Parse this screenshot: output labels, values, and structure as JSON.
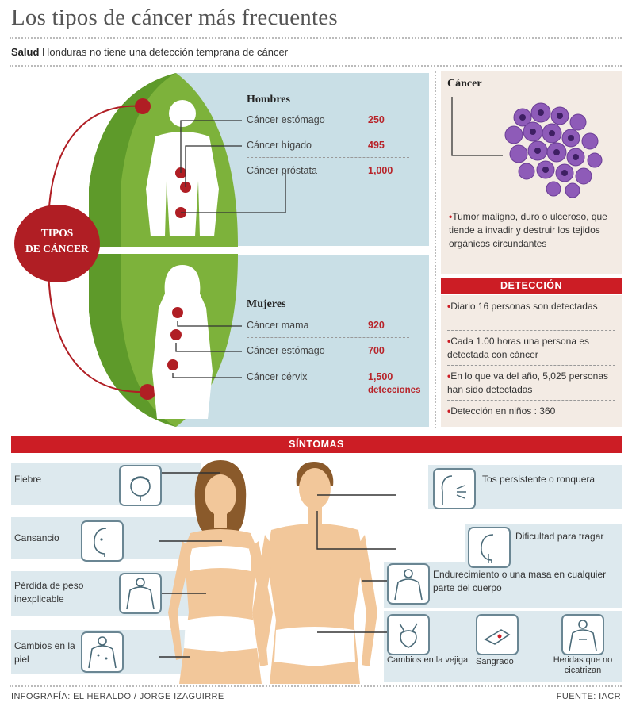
{
  "header": {
    "title": "Los tipos de cáncer más frecuentes",
    "subtitle_bold": "Salud",
    "subtitle": "Honduras no tiene una detección temprana de cáncer"
  },
  "tipos_badge": {
    "line1": "TIPOS",
    "line2": "DE CÁNCER"
  },
  "hombres": {
    "title": "Hombres",
    "rows": [
      {
        "label": "Cáncer estómago",
        "value": "250"
      },
      {
        "label": "Cáncer hígado",
        "value": "495"
      },
      {
        "label": "Cáncer próstata",
        "value": "1,000"
      }
    ]
  },
  "mujeres": {
    "title": "Mujeres",
    "rows": [
      {
        "label": "Cáncer mama",
        "value": "920"
      },
      {
        "label": "Cáncer estómago",
        "value": "700"
      },
      {
        "label": "Cáncer cérvix",
        "value": "1,500",
        "note": "detecciones"
      }
    ]
  },
  "cancer_info": {
    "title": "Cáncer",
    "description": "Tumor maligno, duro o ulceroso, que tiende a invadir y destruir los tejidos orgánicos circundantes"
  },
  "deteccion": {
    "title": "DETECCIÓN",
    "items": [
      "Diario 16 personas son detectadas",
      "Cada 1.00 horas una persona es detectada con cáncer",
      "En lo que va del año, 5,025 personas han sido detectadas",
      "Detección en niños : 360"
    ]
  },
  "sintomas": {
    "title": "SÍNTOMAS",
    "left": [
      {
        "label": "Fiebre",
        "icon": "head-fever-icon"
      },
      {
        "label": "Cansancio",
        "icon": "tired-face-icon"
      },
      {
        "label": "Pérdida de peso inexplicable",
        "icon": "torso-icon"
      },
      {
        "label": "Cambios en la piel",
        "icon": "skin-torso-icon"
      }
    ],
    "right": [
      {
        "label": "Tos persistente o ronquera",
        "icon": "cough-icon"
      },
      {
        "label": "Dificultad para tragar",
        "icon": "throat-icon"
      },
      {
        "label": "Endurecimiento o una masa en cualquier parte del cuerpo",
        "icon": "body-mass-icon"
      }
    ],
    "bottom": [
      {
        "label": "Cambios en la vejiga",
        "icon": "bladder-icon"
      },
      {
        "label": "Sangrado",
        "icon": "bleeding-icon"
      },
      {
        "label": "Heridas que no cicatrizan",
        "icon": "wound-icon"
      }
    ]
  },
  "footer": {
    "credit": "INFOGRAFÍA: EL HERALDO / JORGE IZAGUIRRE",
    "source": "FUENTE: IACR"
  },
  "colors": {
    "accent_red": "#cc1d25",
    "green": "#7db23b",
    "light_blue": "#c9dfe6",
    "skin": "#f2c79a"
  }
}
